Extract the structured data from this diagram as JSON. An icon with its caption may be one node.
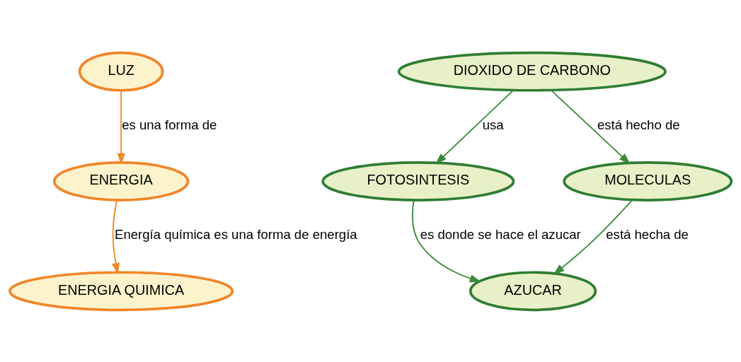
{
  "diagram": {
    "nodes": [
      {
        "text": [
          "LUZ"
        ]
      },
      {
        "text": [
          "ENERGIA"
        ]
      },
      {
        "text": [
          "ENERGIA QUIMICA"
        ]
      },
      {
        "text": [
          "DIOXIDO DE CARBONO"
        ]
      },
      {
        "text": [
          "FOTOSINTESIS"
        ]
      },
      {
        "text": [
          "MOLECULAS"
        ]
      },
      {
        "text": [
          "AZUCAR"
        ]
      }
    ],
    "edges": [
      {
        "from": 0,
        "to": 1,
        "arrow": "to",
        "label": "es una forma de",
        "color": "#f08a24"
      },
      {
        "from": 1,
        "to": 2,
        "arrow": "to",
        "label": "Energía química es una forma de energía",
        "color": "#f08a24"
      },
      {
        "from": 3,
        "to": 4,
        "arrow": "to",
        "label": "usa"
      },
      {
        "from": 3,
        "to": 5,
        "arrow": "to",
        "label": "está hecho de"
      },
      {
        "from": 4,
        "to": 6,
        "arrow": "to",
        "label": "es donde se hace el azucar"
      },
      {
        "from": 5,
        "to": 6,
        "arrow": "to",
        "label": "está hecha de"
      }
    ]
  }
}
